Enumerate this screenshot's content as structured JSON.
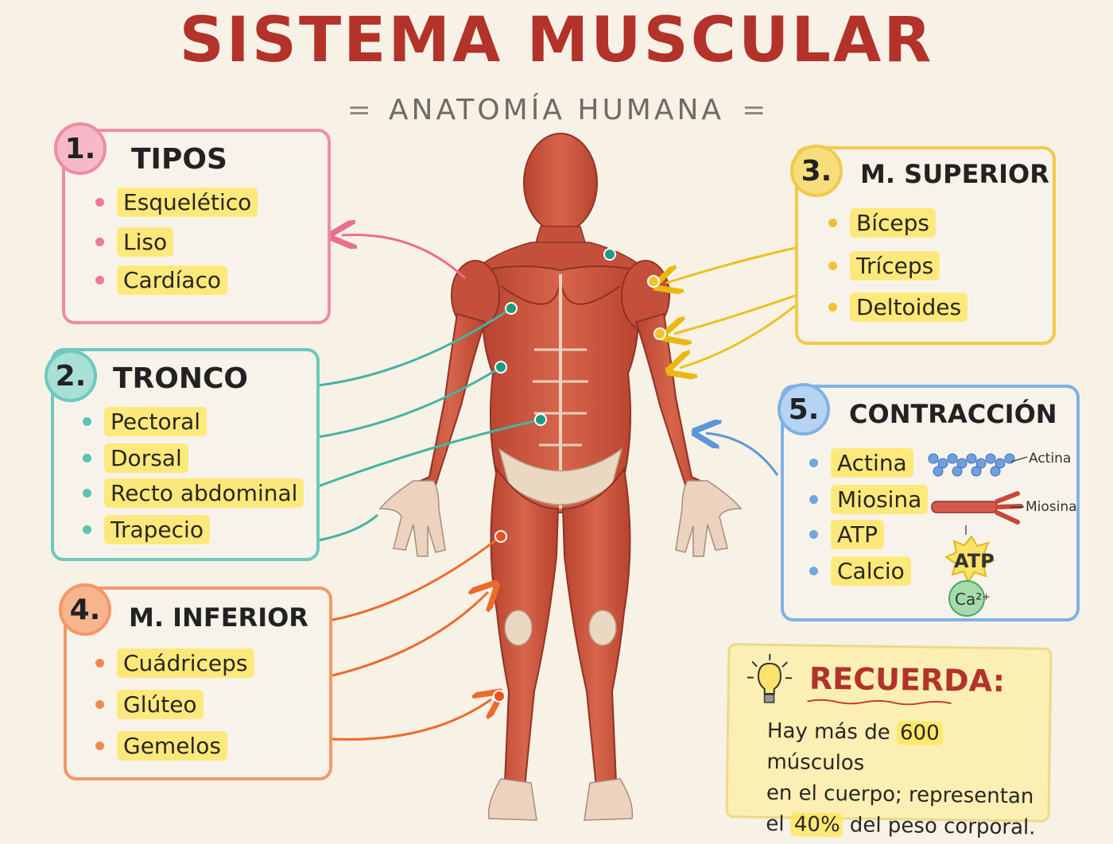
{
  "header": {
    "title": "SISTEMA MUSCULAR",
    "subtitle": "ANATOMÍA HUMANA"
  },
  "sections": [
    {
      "number": "1.",
      "title": "TIPOS",
      "color": "#ef7b96",
      "items": [
        "Esquelético",
        "Liso",
        "Cardíaco"
      ]
    },
    {
      "number": "2.",
      "title": "TRONCO",
      "color": "#5ac3b5",
      "items": [
        "Pectoral",
        "Dorsal",
        "Recto abdominal",
        "Trapecio"
      ]
    },
    {
      "number": "3.",
      "title": "M. SUPERIOR",
      "color": "#f2c233",
      "items": [
        "Bíceps",
        "Tríceps",
        "Deltoides"
      ]
    },
    {
      "number": "4.",
      "title": "M. INFERIOR",
      "color": "#f08a4f",
      "items": [
        "Cuádriceps",
        "Glúteo",
        "Gemelos"
      ]
    },
    {
      "number": "5.",
      "title": "CONTRACCIÓN",
      "color": "#6fa8e0",
      "items": [
        "Actina",
        "Miosina",
        "ATP",
        "Calcio"
      ]
    }
  ],
  "contraction_diagram": {
    "actin_label": "Actina",
    "myosin_label": "Miosina",
    "atp_label": "ATP",
    "calcium_label": "Ca²⁺"
  },
  "note": {
    "title": "RECUERDA:",
    "line1_a": "Hay más de ",
    "line1_hl": "600",
    "line1_b": " músculos",
    "line2": "en el cuerpo; representan",
    "line3_a": "el ",
    "line3_hl": "40%",
    "line3_b": " del peso corporal."
  },
  "colors": {
    "title": "#b3322a",
    "muscle": "#c9533f",
    "muscle_dark": "#a33a2b",
    "tendon": "#ead8c2",
    "skin_bg": "#f7f1e6"
  }
}
